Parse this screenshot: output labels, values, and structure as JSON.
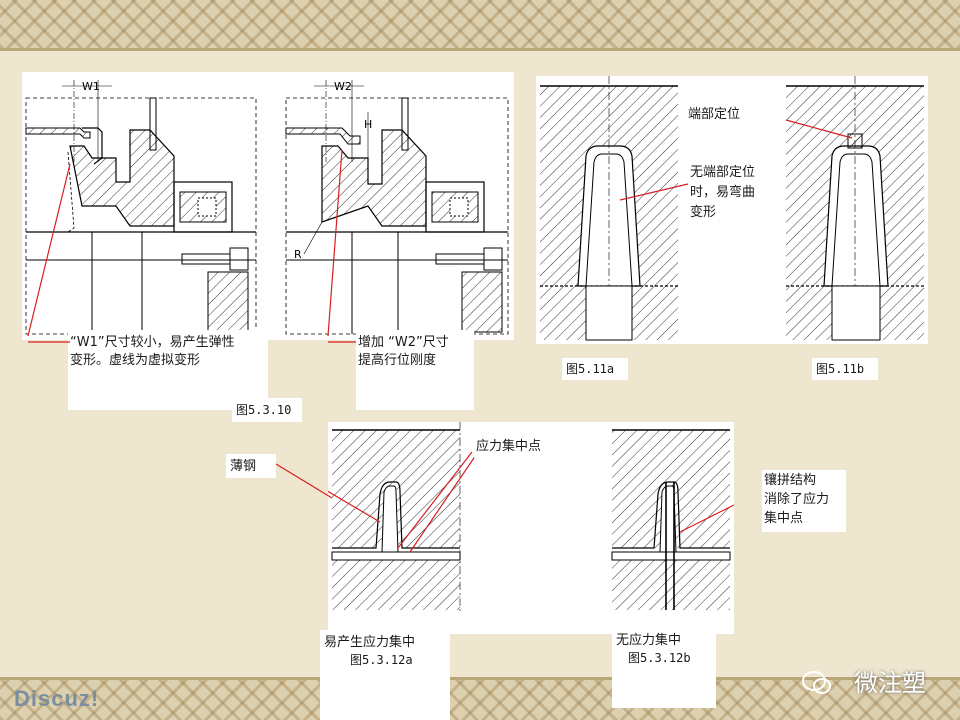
{
  "fig5310": {
    "w1_label": "W1",
    "w2_label": "W2",
    "h_label": "H",
    "r_label": "R",
    "note_left_line1": "“W1”尺寸较小，易产生弹性",
    "note_left_line2": "变形。虚线为虚拟变形",
    "note_right_line1": "增加 “W2”尺寸",
    "note_right_line2": "提高行位刚度",
    "caption": "图5.3.10"
  },
  "fig511": {
    "label_end_locate": "端部定位",
    "label_no_locate_1": "无端部定位",
    "label_no_locate_2": "时，易弯曲",
    "label_no_locate_3": "变形",
    "caption_a": "图5.11a",
    "caption_b": "图5.11b"
  },
  "fig5312": {
    "label_thin_steel": "薄钢",
    "label_stress_point": "应力集中点",
    "label_insert_1": "镶拼结构",
    "label_insert_2": "消除了应力",
    "label_insert_3": "集中点",
    "caption_a_line1": "易产生应力集中",
    "caption_a_line2": "图5.3.12a",
    "caption_b_line1": "无应力集中",
    "caption_b_line2": "图5.3.12b"
  },
  "footer": {
    "forum_logo": "Discuz!",
    "wechat_name": "微注塑"
  },
  "colors": {
    "background": "#efe6cf",
    "annotation": "#d61f1f",
    "drawing": "#000000"
  }
}
